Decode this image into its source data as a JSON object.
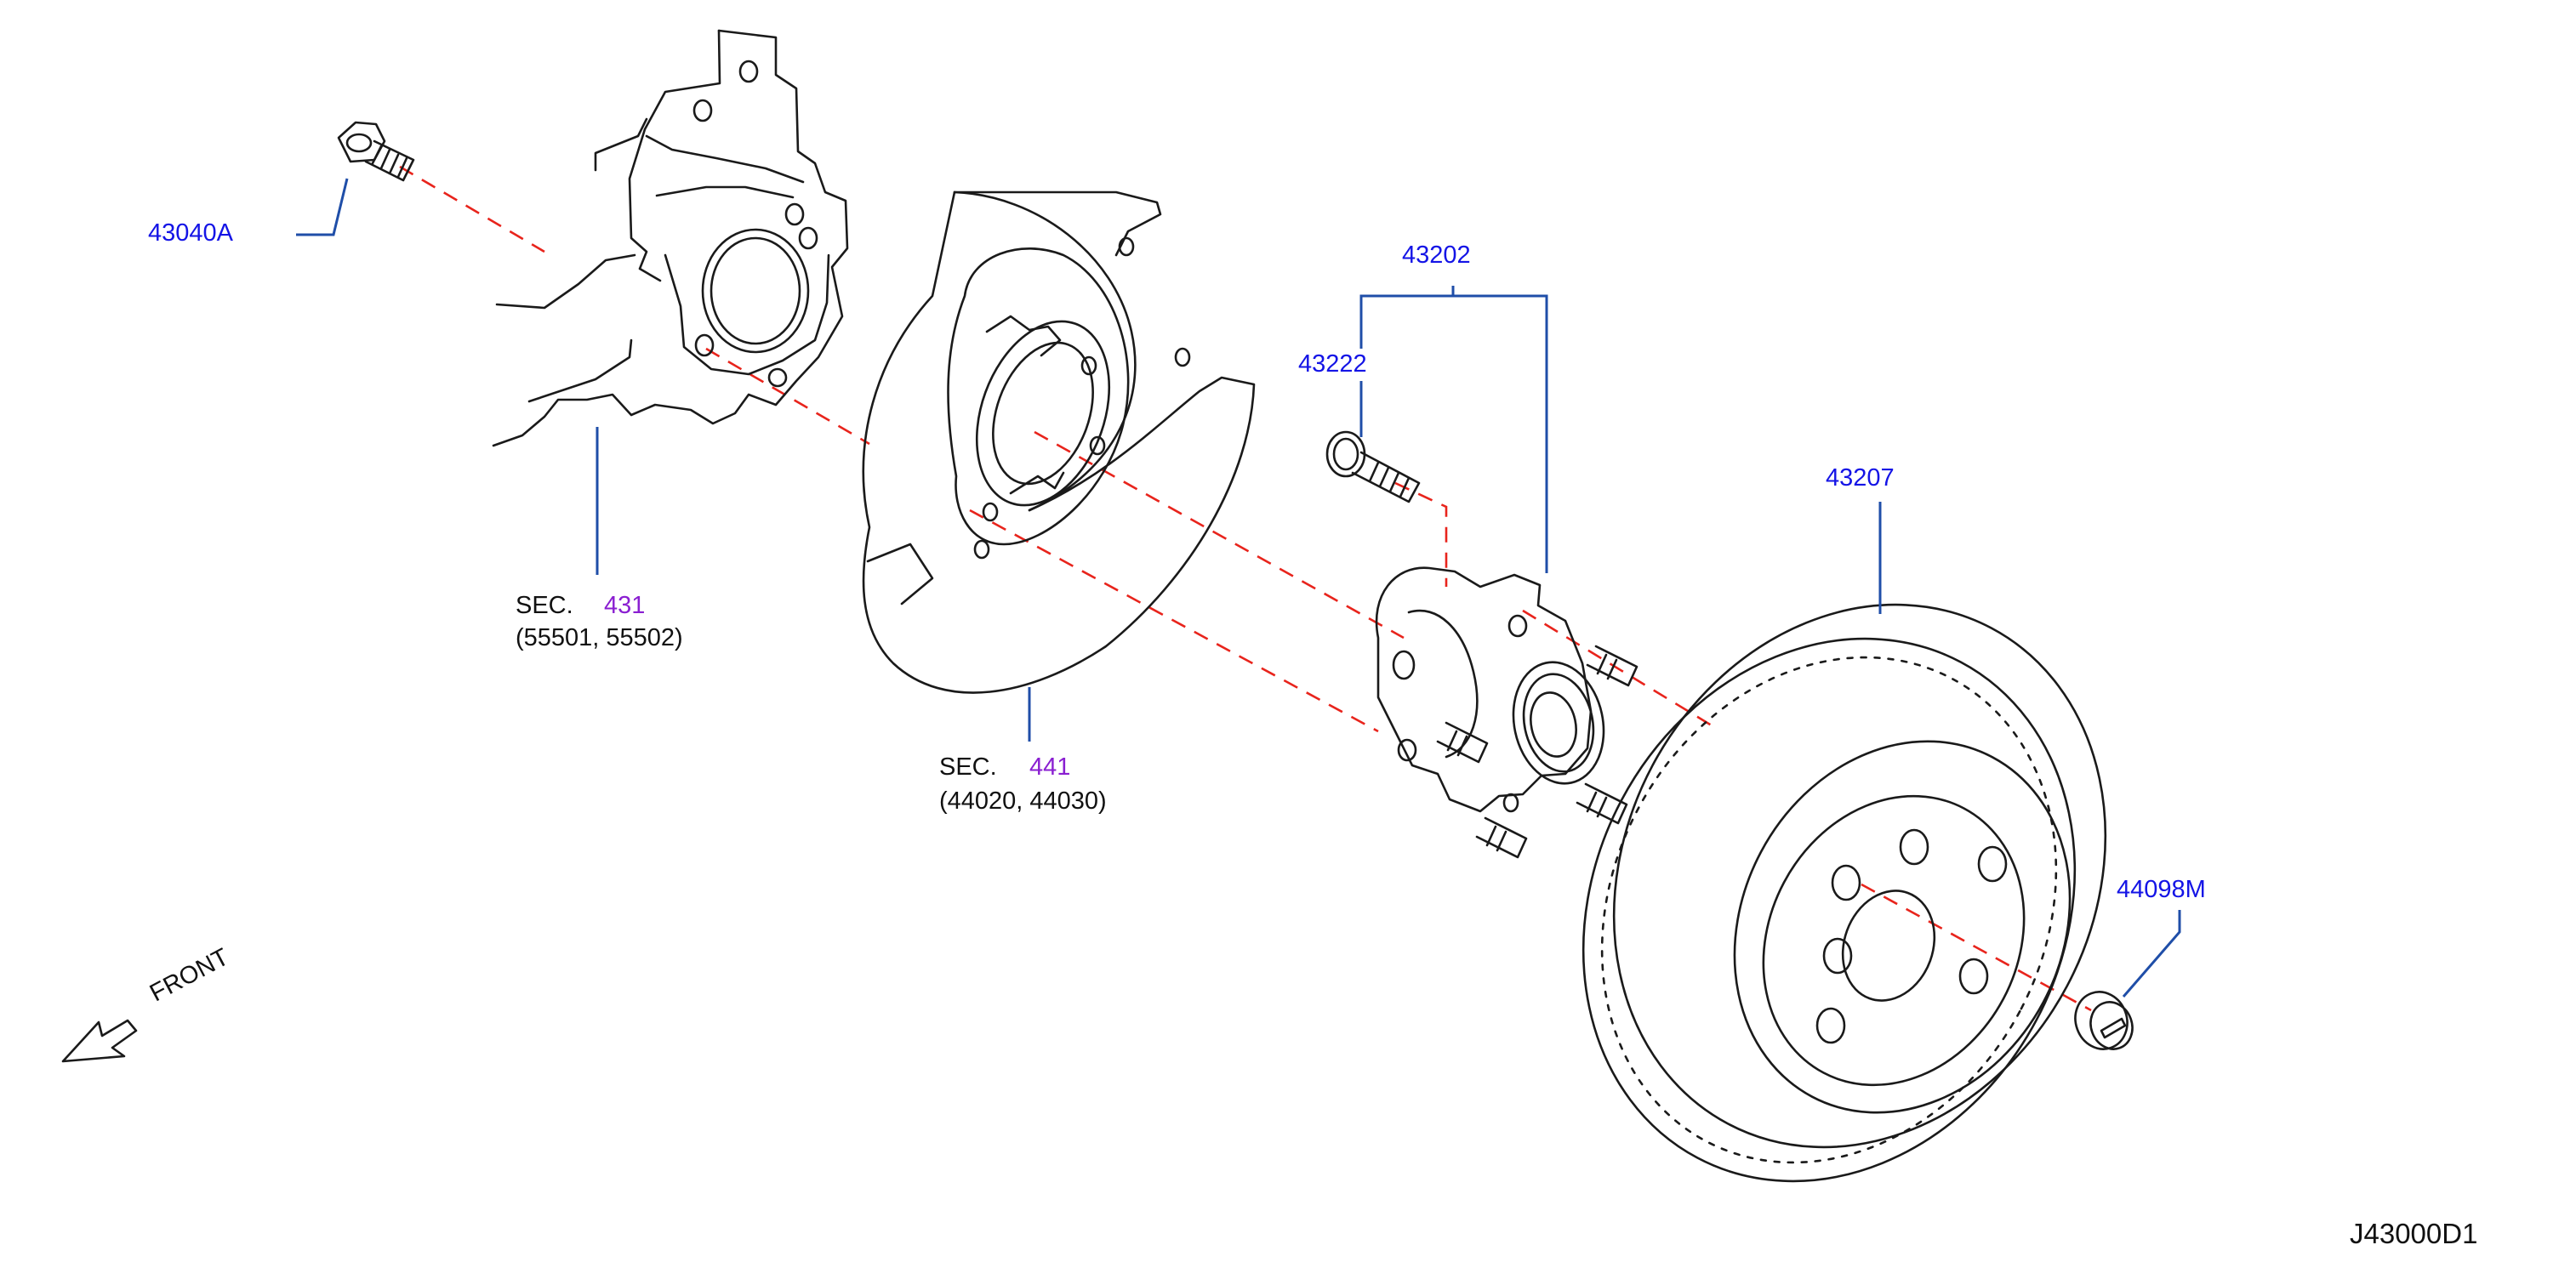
{
  "labels": {
    "bolt": "43040A",
    "hub_assembly": "43202",
    "hub_bolt": "43222",
    "rotor": "43207",
    "cap": "44098M",
    "knuckle_sec": "SEC.",
    "knuckle_sec_num": "431",
    "knuckle_parts": "(55501,   55502)",
    "plate_sec": "SEC.",
    "plate_sec_num": "441",
    "plate_parts": "(44020,   44030)",
    "front": "FRONT",
    "diagram_id": "J43000D1"
  },
  "colors": {
    "part_number": "#1414e6",
    "section_link": "#8a1fd1",
    "leader_line": "#1f4ea8",
    "center_line": "#e8241c",
    "drawing": "#1a1a1a"
  }
}
